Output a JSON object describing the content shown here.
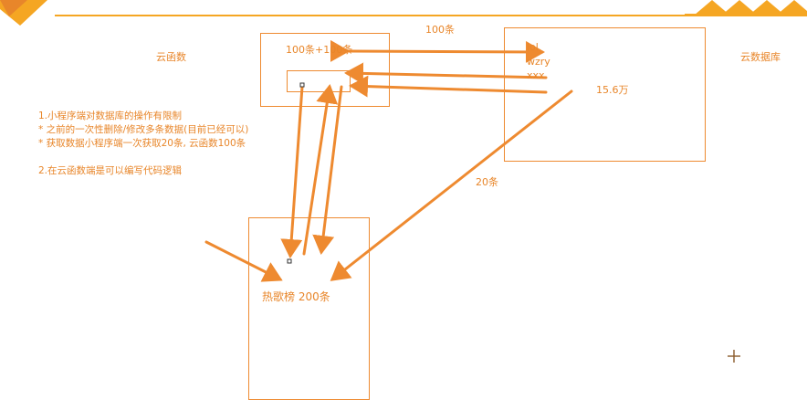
{
  "labels": {
    "cloud_function": "云函数",
    "cloud_database": "云数据库",
    "top_count": "100条",
    "box_label": "100条+100条",
    "db_items": [
      "lol",
      "wzry",
      "xxx"
    ],
    "db_count": "15.6万",
    "twenty": "20条",
    "hot_list": "热歌榜 200条"
  },
  "notes": {
    "line1": "1.小程序端对数据库的操作有限制",
    "line2": "* 之前的一次性删除/修改多条数据(目前已经可以)",
    "line3": "* 获取数据小程序端一次获取20条, 云函数100条",
    "line4": "2.在云函数端是可以编写代码逻辑"
  },
  "colors": {
    "accent": "#ee8a30",
    "text": "#e8862a",
    "header_bar": "#f5a623"
  },
  "icons": {
    "crosshair": "crosshair-icon",
    "logo": "logo-corner-icon"
  }
}
